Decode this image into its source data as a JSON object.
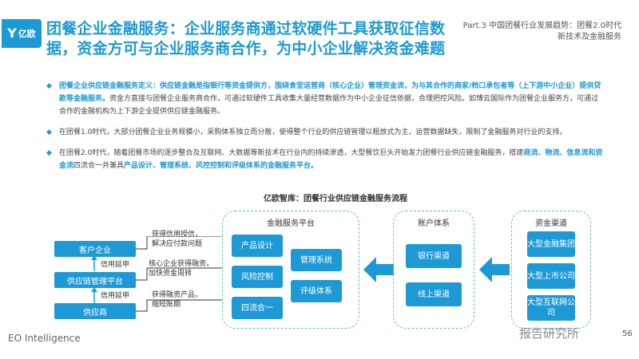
{
  "logo": {
    "text": "亿欧"
  },
  "header": {
    "title_line1": "团餐企业金融服务：企业服务商通过软硬件工具获取征信数",
    "title_line2": "据，资金方可与企业服务商合作，为中小企业解决资金难题",
    "part_line1": "Part.3 中国团餐行业发展趋势：团餐2.0时代",
    "part_line2": "新技术及金融服务"
  },
  "bullets": {
    "b1": {
      "def": "团餐企业供应链金融服务定义：供应链金融是指银行等资金提供方，围绕食堂运营商（核心企业）管理资金流，为与其合作的商家/档口承包者等（上下游中小企业）提供贷款等金融服务。",
      "rest": "资金方直接与团餐企业服务商合作，可通过软硬件工具收集大量经营数据作为中小企业征信依据，合理把控风险。如博云国际作为团餐企业服务方，可通过合作的金融机构为上下游企业提供供应链金融服务。"
    },
    "b2": {
      "text": "在团餐1.0时代，大部分团餐企业业务规模小，采购体系独立而分散，使得整个行业的供应链管理以粗放式为主，运营数据缺失，限制了金融服务对行业的支持。"
    },
    "b3": {
      "text1": "在团餐2.0时代，随着团餐市场的逐步整合及互联网、大数据等新技术在行业内的持续渗透，大型餐饮巨头开始发力团餐行业供应链金融服务，搭建",
      "hl1": "商流、物流、信息流和资金流",
      "text2": "四流合一并兼具",
      "hl2": "产品设计、管理系统、风控控制和评级体系的金融服务平台。"
    }
  },
  "diagram": {
    "title": "亿欧智库：团餐行业供应链金融服务流程",
    "left": {
      "top": "客户企业",
      "mid": "供应链管理平台",
      "bottom": "供应商",
      "ext1": "信用延申",
      "ext2": "信用延申"
    },
    "notes": {
      "n1a": "获得信用授信，",
      "n1b": "解决应付款问题",
      "n2a": "核心企业获得融资，",
      "n2b": "加快资金周转",
      "n3a": "获得融资产品，",
      "n3b": "缩短账期"
    },
    "platform": {
      "title": "金融服务平台",
      "items": [
        "产品设计",
        "风险控制",
        "四流合一",
        "管理系统",
        "评级体系"
      ]
    },
    "accounts": {
      "title": "账户体系",
      "items": [
        "银行渠道",
        "线上渠道"
      ]
    },
    "funds": {
      "title": "资金渠道",
      "items": [
        "大型金融集团",
        "大型上市公司",
        "大型互联网公司"
      ]
    }
  },
  "footer": {
    "left": "EO Intelligence",
    "right": "报告研究所",
    "page": "56"
  }
}
